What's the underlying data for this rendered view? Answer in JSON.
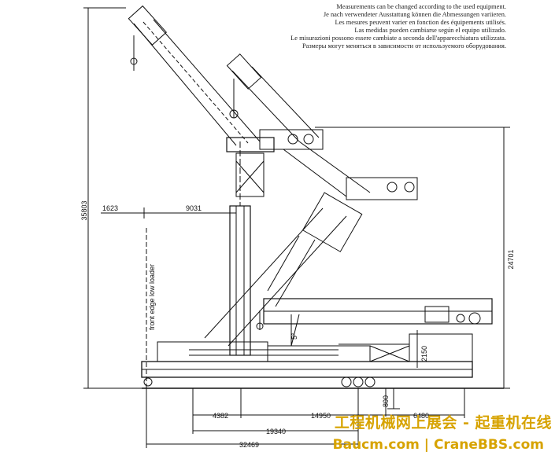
{
  "notes": [
    "Measurements can be changed according to the used equipment.",
    "Je nach verwendeter Ausstattung können die Abmessungen variieren.",
    "Les mesures peuvent varier en fonction des équipements utilisés.",
    "Las medidas pueden cambiarse según el equipo utilizado.",
    "Le misurazioni possono essere cambiate a seconda dell'apparecchiatura utilizzata.",
    "Размеры могут меняться в зависимости от используемого оборудования."
  ],
  "dimensions": {
    "height_total": "35803",
    "height_right": "24701",
    "offset_left": "1623",
    "offset_main": "9031",
    "angle": "5°",
    "height_small": "2150",
    "ground": "800",
    "d1": "4382",
    "d2": "14950",
    "d3": "6480",
    "d4": "19340",
    "d5": "32469"
  },
  "vertical_label": "front edge low loader",
  "watermark": {
    "line1": "工程机械网上展会 - 起重机在线",
    "line2": "Baucm.com | CraneBBS.com"
  }
}
